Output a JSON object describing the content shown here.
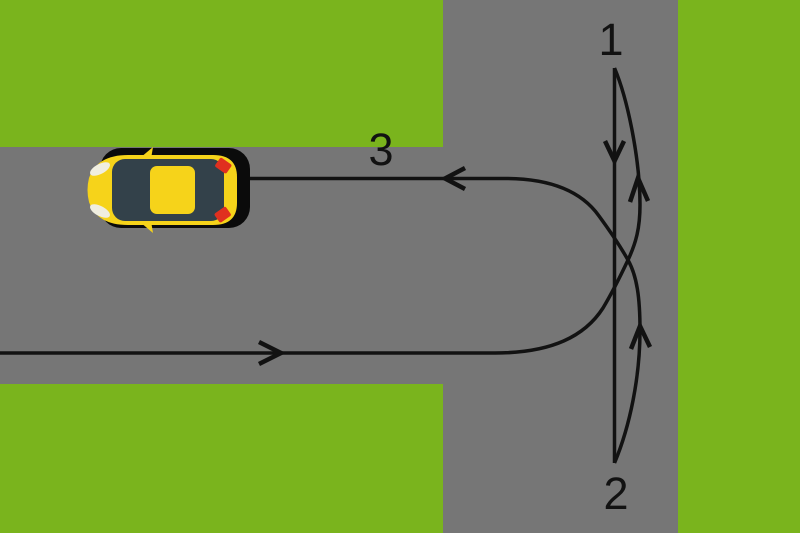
{
  "labels": {
    "step1": "1",
    "step2": "2",
    "step3": "3"
  },
  "colors": {
    "grass": "#7ab41d",
    "road": "#767676",
    "route": "#121212",
    "car_shadow": "#0b0b0b",
    "car_body": "#f6d31a",
    "car_glass": "#33414a",
    "car_taillight": "#e0301f",
    "car_headlight": "#f0eee0"
  },
  "arrows": [
    {
      "name": "step1-entry-arrow",
      "direction": "right"
    },
    {
      "name": "step1-turn-arrow",
      "direction": "up"
    },
    {
      "name": "step2-reverse-arrow",
      "direction": "down"
    },
    {
      "name": "step3-forward-arrow",
      "direction": "up"
    },
    {
      "name": "step3-exit-arrow",
      "direction": "left"
    }
  ]
}
